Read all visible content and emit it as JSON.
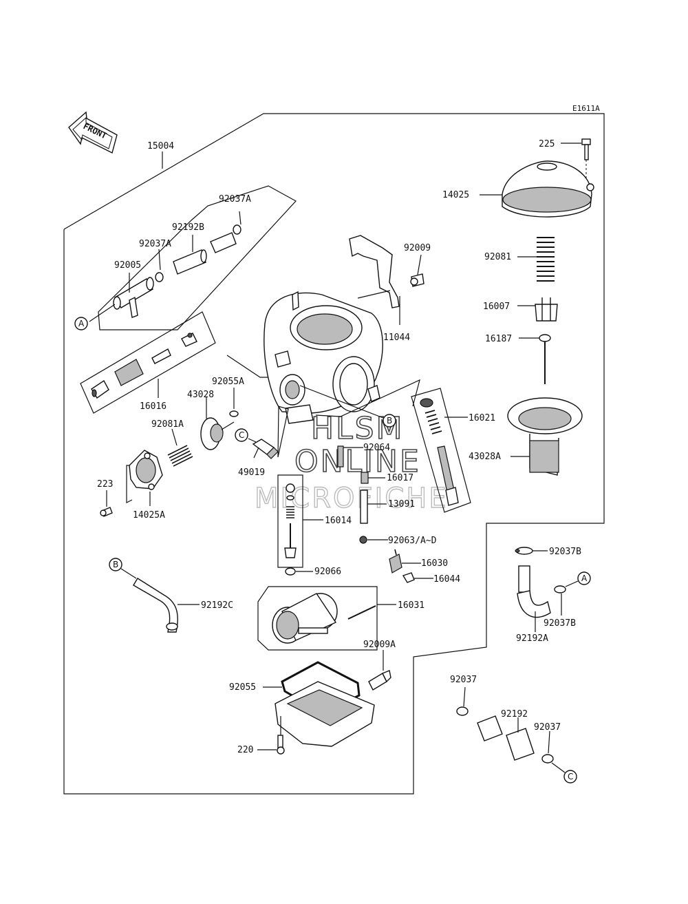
{
  "diagram_code": "E1611A",
  "front_label": "FRONT",
  "watermark": [
    "HLSM",
    "ONLINE",
    "MICROFICHE"
  ],
  "callouts": {
    "A": "A",
    "B": "B",
    "C": "C"
  },
  "parts": {
    "p15004": "15004",
    "p92037A_top": "92037A",
    "p92192B": "92192B",
    "p92037A_mid": "92037A",
    "p92005": "92005",
    "p16016": "16016",
    "p92055A": "92055A",
    "p43028": "43028",
    "p92081A": "92081A",
    "p223": "223",
    "p14025A": "14025A",
    "p49019": "49019",
    "p92009": "92009",
    "p11044": "11044",
    "p225": "225",
    "p14025": "14025",
    "p92081": "92081",
    "p16007": "16007",
    "p16187": "16187",
    "p16021": "16021",
    "p43028A": "43028A",
    "p92064": "92064",
    "p16017": "16017",
    "p13091": "13091",
    "p16014": "16014",
    "p92063": "92063/A~D",
    "p16030": "16030",
    "p16044": "16044",
    "p92066": "92066",
    "p92192C": "92192C",
    "p16031": "16031",
    "p92009A": "92009A",
    "p92055": "92055",
    "p220": "220",
    "p92037B_top": "92037B",
    "p92037B_bot": "92037B",
    "p92192A": "92192A",
    "p92037_left": "92037",
    "p92192": "92192",
    "p92037_right": "92037"
  }
}
